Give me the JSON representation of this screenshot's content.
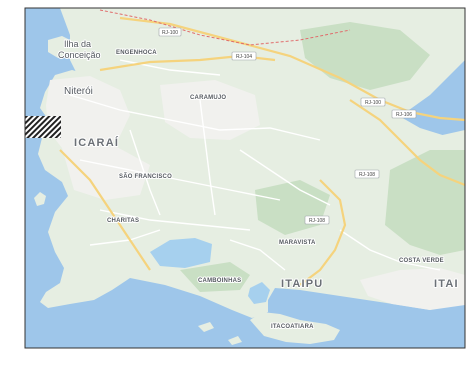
{
  "map": {
    "colors": {
      "water": "#9ec6ea",
      "land": "#e6eee2",
      "urban": "#f1f1ee",
      "park": "#c9dfc4",
      "lagoon": "#a6d0ee",
      "major_road": "#f5d37d",
      "minor_road": "#ffffff",
      "boundary": "#e06c6c",
      "label": "#555a60"
    },
    "places": [
      {
        "id": "ilha-da-conceicao-line1",
        "text": "Ilha da"
      },
      {
        "id": "ilha-da-conceicao-line2",
        "text": "Conceição"
      },
      {
        "id": "engenhoca",
        "text": "ENGENHOCA"
      },
      {
        "id": "niteroi",
        "text": "Niterói"
      },
      {
        "id": "caramujo",
        "text": "CARAMUJO"
      },
      {
        "id": "icarai",
        "text": "ICARAÍ"
      },
      {
        "id": "sao-francisco",
        "text": "SÃO FRANCISCO"
      },
      {
        "id": "charitas",
        "text": "CHARITAS"
      },
      {
        "id": "maravista",
        "text": "MARAVISTA"
      },
      {
        "id": "costa-verde",
        "text": "COSTA VERDE"
      },
      {
        "id": "camboinhas",
        "text": "CAMBOINHAS"
      },
      {
        "id": "itaipu",
        "text": "ITAIPU"
      },
      {
        "id": "itai",
        "text": "ITAI"
      },
      {
        "id": "itacoatiara",
        "text": "ITACOATIARA"
      }
    ],
    "roads": [
      {
        "id": "rj-100-top",
        "label": "RJ-100"
      },
      {
        "id": "rj-104",
        "label": "RJ-104"
      },
      {
        "id": "rj-100-right",
        "label": "RJ-100"
      },
      {
        "id": "rj-106-right",
        "label": "RJ-106"
      },
      {
        "id": "rj-108-upper",
        "label": "RJ-108"
      },
      {
        "id": "rj-108-lower",
        "label": "RJ-108"
      }
    ]
  }
}
